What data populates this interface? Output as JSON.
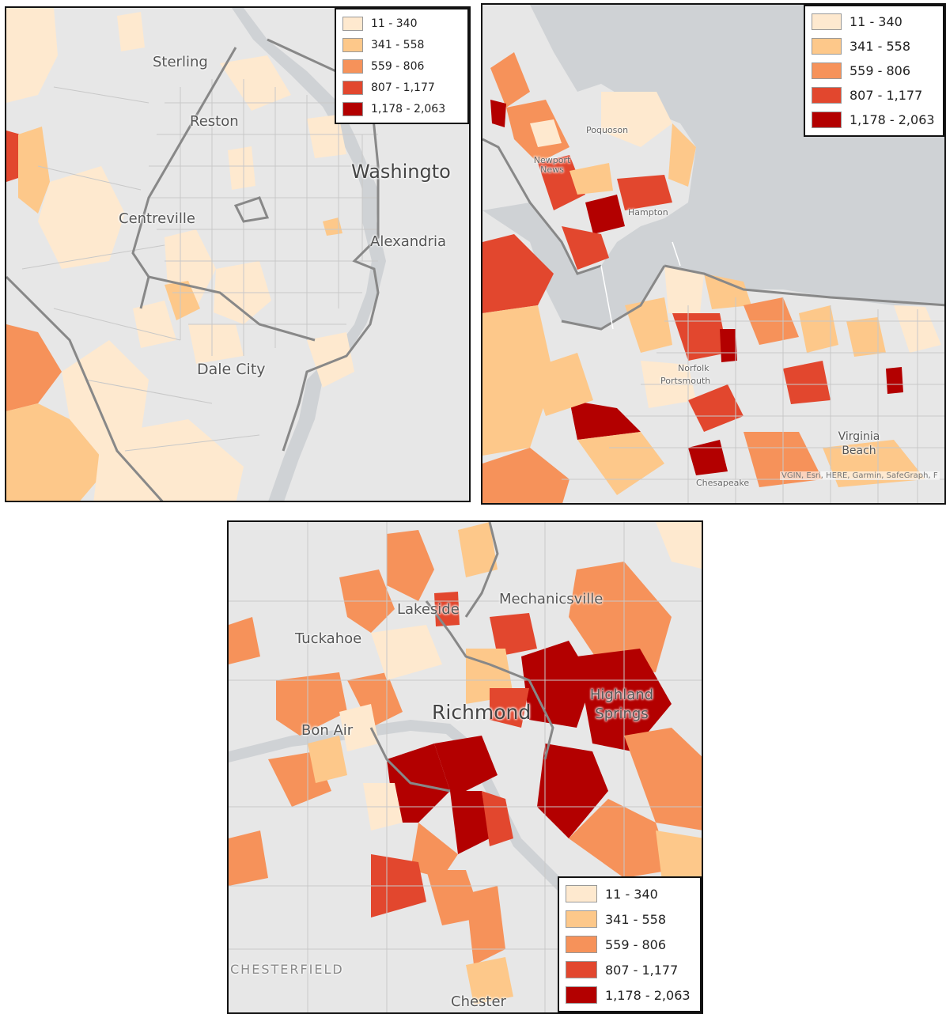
{
  "legend": {
    "classes": [
      {
        "label": "11 - 340",
        "color": "#fee9cf"
      },
      {
        "label": "341 - 558",
        "color": "#fdc88a"
      },
      {
        "label": "559 - 806",
        "color": "#f6925a"
      },
      {
        "label": "807 - 1,177",
        "color": "#e2472e"
      },
      {
        "label": "1,178 - 2,063",
        "color": "#b30000"
      }
    ]
  },
  "maps": {
    "nova": {
      "places": {
        "sterling": "Sterling",
        "reston": "Reston",
        "washington": "Washingto",
        "centreville": "Centreville",
        "alexandria": "Alexandria",
        "dale_city": "Dale City"
      }
    },
    "hampton_roads": {
      "places": {
        "poquoson": "Poquoson",
        "newport_news": "Newport News",
        "hampton": "Hampton",
        "norfolk": "Norfolk",
        "portsmouth": "Portsmouth",
        "virginia_beach": "Virginia Beach",
        "chesapeake": "Chesapeake"
      },
      "attribution": "VGIN, Esri, HERE, Garmin, SafeGraph, F"
    },
    "richmond": {
      "places": {
        "lakeside": "Lakeside",
        "mechanicsville": "Mechanicsville",
        "tuckahoe": "Tuckahoe",
        "richmond": "Richmond",
        "highland_springs": "Highland Springs",
        "bon_air": "Bon Air",
        "chesterfield": "CHESTERFIELD",
        "chester": "Chester"
      }
    }
  },
  "colors": {
    "water": "#cfd2d5",
    "land": "#e7e7e7",
    "boundary": "#888888",
    "tract_line": "#c8c8c8"
  }
}
